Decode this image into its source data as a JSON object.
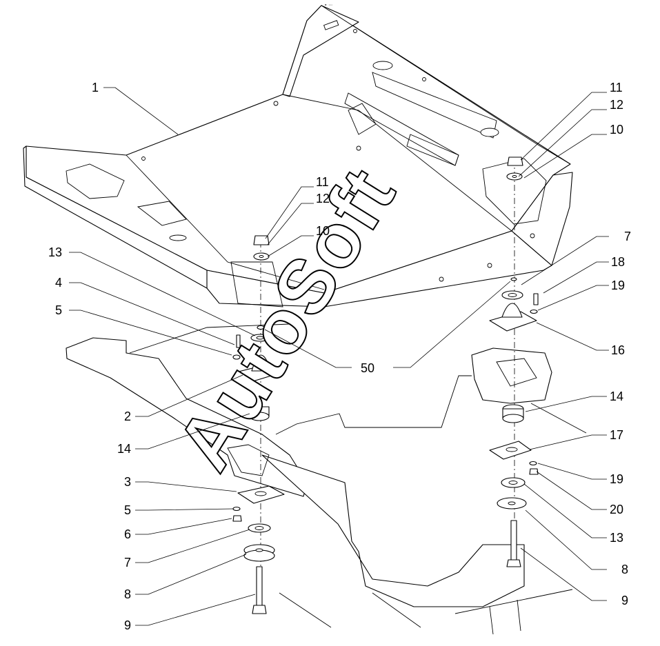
{
  "header_mark": "∘ ∙∙∙",
  "watermark": "AutoSoft",
  "callouts": {
    "c1": "1",
    "c11_right": "11",
    "c12_right": "12",
    "c10_right": "10",
    "c11_center": "11",
    "c12_center": "12",
    "c10_center": "10",
    "c13_top": "13",
    "c4": "4",
    "c5_top": "5",
    "c7_top": "7",
    "c18": "18",
    "c19_top": "19",
    "c16": "16",
    "c50": "50",
    "c2": "2",
    "c14_left": "14",
    "c14_right": "14",
    "c17": "17",
    "c19_bottom": "19",
    "c20": "20",
    "c13_bottom": "13",
    "c8_right": "8",
    "c9_right": "9",
    "c3": "3",
    "c5_bottom": "5",
    "c6": "6",
    "c7_bottom": "7",
    "c8_left": "8",
    "c9_left": "9"
  }
}
